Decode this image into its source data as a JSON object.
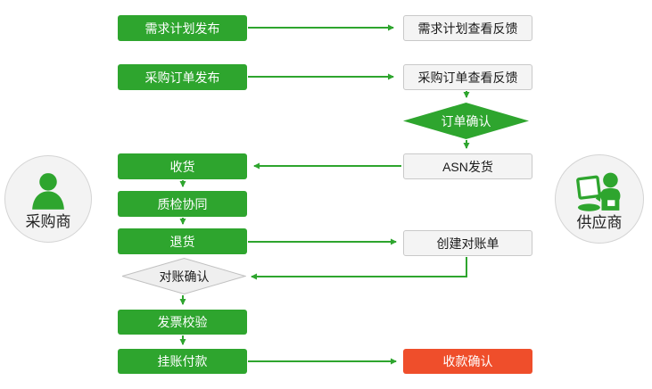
{
  "actors": {
    "buyer": {
      "label": "采购商"
    },
    "supplier": {
      "label": "供应商"
    }
  },
  "nodes": {
    "demand_plan_release": {
      "label": "需求计划发布"
    },
    "demand_plan_feedback": {
      "label": "需求计划查看反馈"
    },
    "po_release": {
      "label": "采购订单发布"
    },
    "po_feedback": {
      "label": "采购订单查看反馈"
    },
    "order_confirm": {
      "label": "订单确认"
    },
    "receive_goods": {
      "label": "收货"
    },
    "asn_ship": {
      "label": "ASN发货"
    },
    "quality_collab": {
      "label": "质检协同"
    },
    "return_goods": {
      "label": "退货"
    },
    "create_statement": {
      "label": "创建对账单"
    },
    "statement_confirm": {
      "label": "对账确认"
    },
    "invoice_check": {
      "label": "发票校验"
    },
    "book_payment": {
      "label": "挂账付款"
    },
    "receipt_confirm": {
      "label": "收款确认"
    }
  },
  "colors": {
    "accent_green": "#2EA52E",
    "accent_red": "#EF4E2B",
    "gray_fill": "#F4F4F4",
    "gray_border": "#C9C9C9"
  }
}
